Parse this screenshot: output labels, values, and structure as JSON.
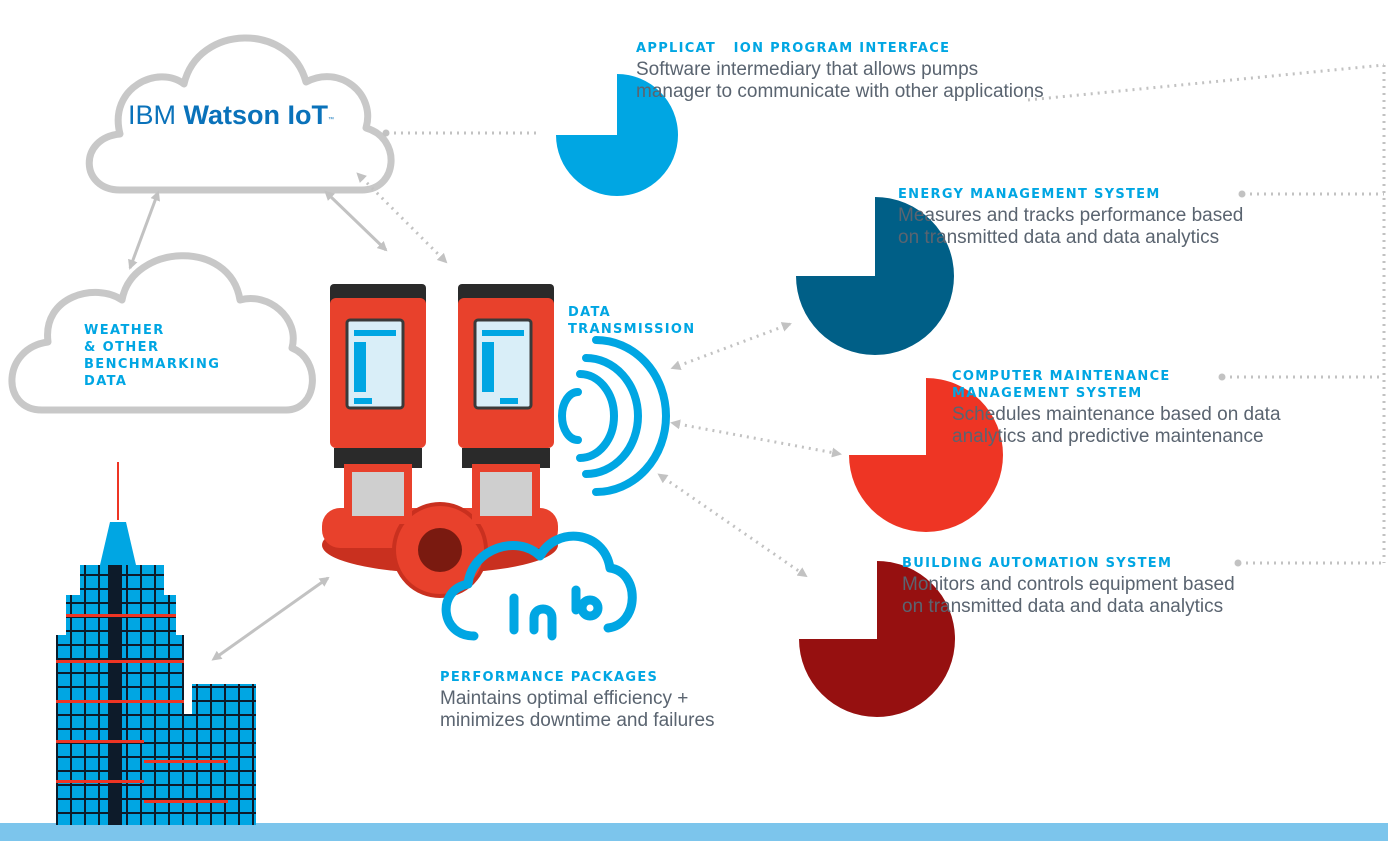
{
  "colors": {
    "accent_blue": "#00a6e3",
    "text_gray": "#5a6470",
    "connector_gray": "#c2c2c2",
    "cloud_outline": "#c8c8c8",
    "ibm_blue": "#0a72ba",
    "energy_navy": "#005f87",
    "maintenance_red": "#ee3524",
    "automation_maroon": "#961010",
    "pump_red": "#e8412c",
    "ground_blue": "#7cc5ec"
  },
  "ibm_cloud": {
    "brand_prefix": "IBM",
    "brand_name": "Watson IoT",
    "brand_mark": "™"
  },
  "weather_cloud": {
    "lines": [
      "WEATHER",
      "& OTHER",
      "BENCHMARKING",
      "DATA"
    ]
  },
  "data_transmission": {
    "lines": [
      "DATA",
      "TRANSMISSION"
    ]
  },
  "api": {
    "heading": "APPLICAT   ION PROGRAM INTERFACE",
    "description_lines": [
      "Software intermediary that allows pumps",
      "manager to communicate with other applications"
    ]
  },
  "energy": {
    "heading": "ENERGY MANAGEMENT SYSTEM",
    "description_lines": [
      "Measures and tracks performance based",
      "on transmitted data and data analytics"
    ]
  },
  "maintenance": {
    "heading_lines": [
      "COMPUTER MAINTENANCE",
      "MANAGEMENT SYSTEM"
    ],
    "description_lines": [
      "Schedules maintenance based on data",
      "analytics and predictive maintenance"
    ]
  },
  "automation": {
    "heading": "BUILDING AUTOMATION SYSTEM",
    "description_lines": [
      "Monitors and controls equipment based",
      "on transmitted data and data analytics"
    ]
  },
  "performance": {
    "heading": "PERFORMANCE PACKAGES",
    "description_lines": [
      "Maintains optimal efficiency +",
      "minimizes downtime and failures"
    ]
  },
  "icons": {
    "ibm_cloud": "cloud-icon",
    "weather_cloud": "cloud-icon",
    "pumps": "dual-pump-icon",
    "signal": "wireless-signal-icon",
    "performance": "cloud-connection-icon",
    "building": "skyscraper-icon",
    "api_marker": "pie-three-quarter-icon"
  }
}
